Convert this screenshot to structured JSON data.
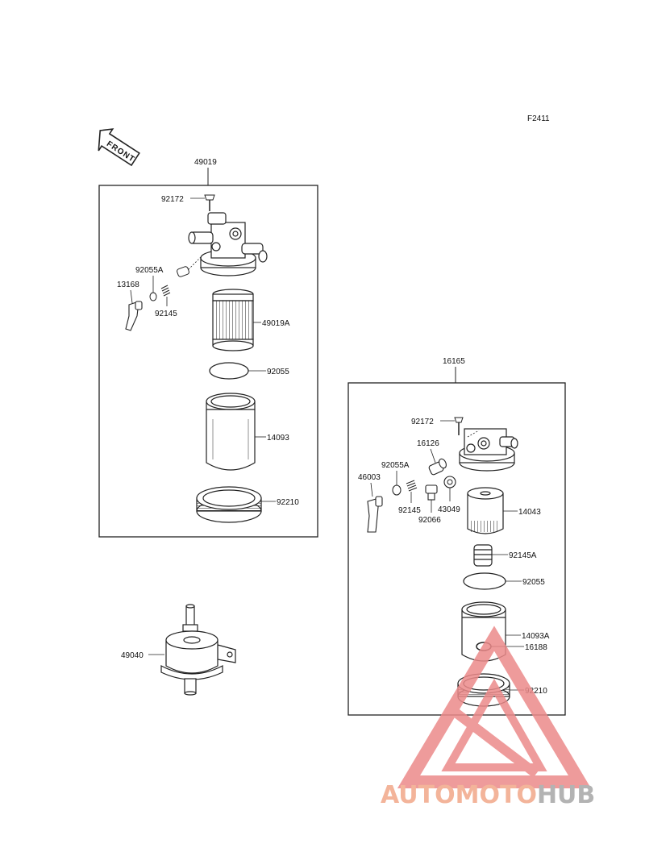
{
  "diagram": {
    "code": "F2411",
    "front_label": "FRONT",
    "group_left": {
      "title": "49019",
      "parts": {
        "screw": "92172",
        "o_ring": "92055A",
        "lever": "13168",
        "spring": "92145",
        "element": "49019A",
        "gasket": "92055",
        "bowl": "14093",
        "ring_nut": "92210"
      }
    },
    "group_right": {
      "title": "16165",
      "parts": {
        "screw": "92172",
        "fitting": "16126",
        "o_ring": "92055A",
        "lever": "46003",
        "spring": "92145",
        "plug": "92066",
        "washer": "43049",
        "element": "14043",
        "spring_small": "92145A",
        "gasket": "92055",
        "bowl": "14093A",
        "float_ring": "16188",
        "ring_nut": "92210"
      }
    },
    "standalone": {
      "inline_filter": "49040"
    }
  },
  "watermark": {
    "part1": "AUTOMOTO",
    "part2": "HUB",
    "color_primary": "#f3b49a",
    "color_secondary": "#b3b3b3",
    "triangle_color": "#ec8a8a"
  }
}
